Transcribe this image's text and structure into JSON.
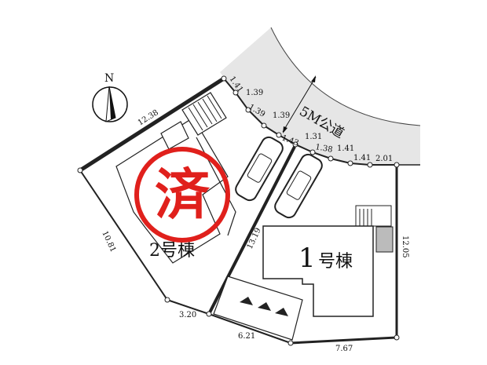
{
  "compass": {
    "label": "N"
  },
  "road": {
    "label": "5M公道",
    "fill": "#e6e6e6"
  },
  "lots": [
    {
      "label": "2号棟",
      "sold_stamp": "済",
      "stamp_color": "#e0201c"
    },
    {
      "label_num": "1",
      "label_suffix": "号棟"
    }
  ],
  "dimensions": {
    "d1238": "12.38",
    "d1081": "10.81",
    "d320": "3.20",
    "d621": "6.21",
    "d767": "7.67",
    "d1205": "12.05",
    "d1319": "13.19",
    "r1": "1.41",
    "r2": "1.39",
    "r3": "1.39",
    "r4": "1.39",
    "r5": "1.43",
    "r6": "1.31",
    "r7": "1.38",
    "r8": "1.41",
    "r9": "1.41",
    "r10": "2.01"
  }
}
